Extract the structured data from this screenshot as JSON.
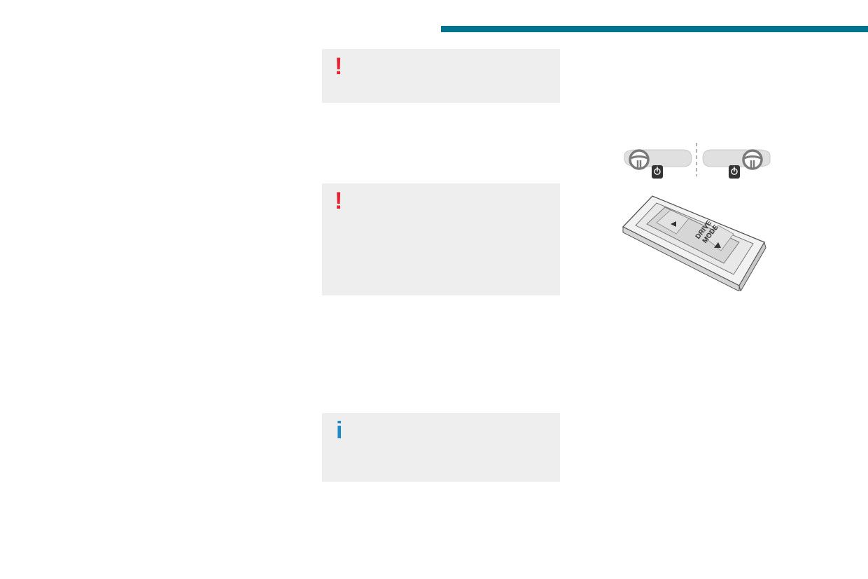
{
  "colors": {
    "header_bar": "#00738f",
    "warning": "#e2232f",
    "info": "#1d8ac8",
    "note_background": "#eeeeee"
  },
  "notes": [
    {
      "type": "warning",
      "icon": "exclamation-icon",
      "symbol": "!"
    },
    {
      "type": "warning",
      "icon": "exclamation-icon",
      "symbol": "!"
    },
    {
      "type": "info",
      "icon": "info-icon",
      "symbol": "i"
    }
  ],
  "illustration": {
    "drive_mode_label_line1": "DRIVE",
    "drive_mode_label_line2": "MODE"
  }
}
